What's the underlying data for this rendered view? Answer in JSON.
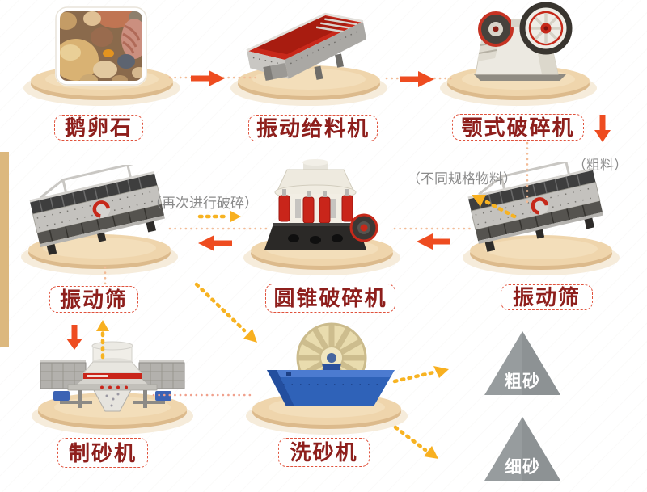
{
  "diagram": {
    "stations": [
      {
        "id": "pebbles",
        "label": "鹅卵石"
      },
      {
        "id": "feeder",
        "label": "振动给料机"
      },
      {
        "id": "jaw-crusher",
        "label": "颚式破碎机"
      },
      {
        "id": "screen-left",
        "label": "振动筛"
      },
      {
        "id": "cone-crusher",
        "label": "圆锥破碎机"
      },
      {
        "id": "screen-right",
        "label": "振动筛"
      },
      {
        "id": "sand-maker",
        "label": "制砂机"
      },
      {
        "id": "sand-washer",
        "label": "洗砂机"
      }
    ],
    "annotations": {
      "coarse_material": "（粗料）",
      "different_specs": "（不同规格物料）",
      "recrush": "（再次进行破碎）"
    },
    "outputs": [
      {
        "id": "coarse-sand",
        "label": "粗砂"
      },
      {
        "id": "fine-sand",
        "label": "细砂"
      }
    ],
    "colors": {
      "solid_arrow": "#ee4c20",
      "dashed_arrow": "#f7b322",
      "dotted_line": "#f2bb96",
      "label_text": "#8e1f1c",
      "label_border": "#e0523c",
      "annotation_text": "#8b8b8b",
      "platform": "#efd5ac",
      "output_triangle": "#979c9e",
      "accent_bar": "#dcb87e"
    }
  }
}
